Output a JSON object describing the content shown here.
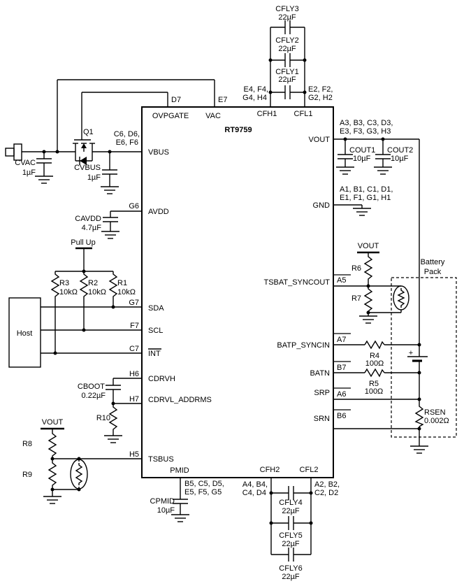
{
  "schematic": {
    "ic": {
      "part_number": "RT9759",
      "pins": {
        "ovpgate": {
          "name": "OVPGATE",
          "des": "D7"
        },
        "vac": {
          "name": "VAC",
          "des": "E7"
        },
        "cfh1": {
          "name": "CFH1",
          "des1": "E4, F4,",
          "des2": "G4, H4"
        },
        "cfl1": {
          "name": "CFL1",
          "des1": "E2, F2,",
          "des2": "G2, H2"
        },
        "vbus": {
          "name": "VBUS",
          "des1": "C6, D6,",
          "des2": "E6, F6"
        },
        "avdd": {
          "name": "AVDD",
          "des": "G6"
        },
        "sda": {
          "name": "SDA",
          "des": "G7"
        },
        "scl": {
          "name": "SCL",
          "des": "F7"
        },
        "int": {
          "name": "INT",
          "des": "C7"
        },
        "cdrvh": {
          "name": "CDRVH",
          "des": "H6"
        },
        "cdrvl_addrms": {
          "name": "CDRVL_ADDRMS",
          "des": "H7"
        },
        "tsbus": {
          "name": "TSBUS",
          "des": "H5"
        },
        "pmid": {
          "name": "PMID",
          "des1": "B5, C5, D5,",
          "des2": "E5, F5, G5"
        },
        "cfh2": {
          "name": "CFH2",
          "des1": "A4, B4,",
          "des2": "C4, D4"
        },
        "cfl2": {
          "name": "CFL2",
          "des1": "A2, B2,",
          "des2": "C2, D2"
        },
        "vout": {
          "name": "VOUT",
          "des1": "A3, B3, C3, D3,",
          "des2": "E3, F3, G3, H3"
        },
        "gnd": {
          "name": "GND",
          "des1": "A1, B1, C1, D1,",
          "des2": "E1, F1, G1, H1"
        },
        "tsbat_syncout": {
          "name": "TSBAT_SYNCOUT",
          "des": "A5"
        },
        "batp_syncin": {
          "name": "BATP_SYNCIN",
          "des": "A7"
        },
        "batn": {
          "name": "BATN",
          "des": "B7"
        },
        "srp": {
          "name": "SRP",
          "des": "A6"
        },
        "srn": {
          "name": "SRN",
          "des": "B6"
        }
      }
    },
    "components": {
      "q1": {
        "ref": "Q1"
      },
      "cvac": {
        "ref": "CVAC",
        "value": "1µF"
      },
      "cvbus": {
        "ref": "CVBUS",
        "value": "1µF"
      },
      "cavdd": {
        "ref": "CAVDD",
        "value": "4.7µF"
      },
      "cboot": {
        "ref": "CBOOT",
        "value": "0.22µF"
      },
      "cpmid": {
        "ref": "CPMID",
        "value": "10µF"
      },
      "cout1": {
        "ref": "COUT1",
        "value": "10µF"
      },
      "cout2": {
        "ref": "COUT2",
        "value": "10µF"
      },
      "cfly1": {
        "ref": "CFLY1",
        "value": "22µF"
      },
      "cfly2": {
        "ref": "CFLY2",
        "value": "22µF"
      },
      "cfly3": {
        "ref": "CFLY3",
        "value": "22µF"
      },
      "cfly4": {
        "ref": "CFLY4",
        "value": "22µF"
      },
      "cfly5": {
        "ref": "CFLY5",
        "value": "22µF"
      },
      "cfly6": {
        "ref": "CFLY6",
        "value": "22µF"
      },
      "r1": {
        "ref": "R1",
        "value": "10kΩ"
      },
      "r2": {
        "ref": "R2",
        "value": "10kΩ"
      },
      "r3": {
        "ref": "R3",
        "value": "10kΩ"
      },
      "r4": {
        "ref": "R4",
        "value": "100Ω"
      },
      "r5": {
        "ref": "R5",
        "value": "100Ω"
      },
      "r6": {
        "ref": "R6"
      },
      "r7": {
        "ref": "R7"
      },
      "r8": {
        "ref": "R8"
      },
      "r9": {
        "ref": "R9"
      },
      "r10": {
        "ref": "R10"
      },
      "rsen": {
        "ref": "RSEN",
        "value": "0.002Ω"
      }
    },
    "nets": {
      "pullup": "Pull Up",
      "vout_left": "VOUT",
      "vout_right": "VOUT",
      "battery_plus": "+"
    },
    "host": {
      "label": "Host"
    },
    "battery_pack": {
      "label_line1": "Battery",
      "label_line2": "Pack"
    }
  }
}
